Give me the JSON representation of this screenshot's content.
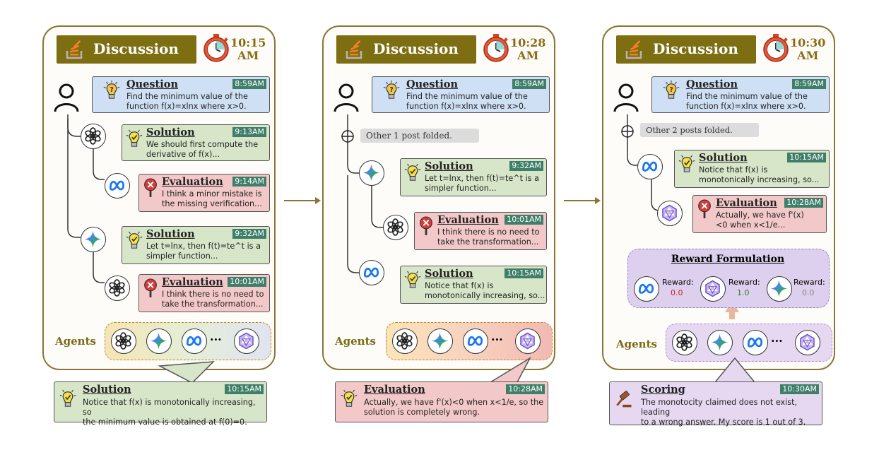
{
  "header_title": "Discussion",
  "agents_label": "Agents",
  "panels": [
    {
      "time": [
        "10:15",
        "AM"
      ],
      "question": {
        "title": "Question",
        "time": "8:59AM",
        "text": [
          "Find the minimum value of the",
          "function f(x)=xlnx where x>0."
        ]
      },
      "sol1": {
        "title": "Solution",
        "time": "9:13AM",
        "text": [
          "We should first compute the",
          "derivative of f(x)..."
        ]
      },
      "eval1": {
        "title": "Evaluation",
        "time": "9:14AM",
        "text": [
          "I think a minor mistake is",
          "the missing verification..."
        ]
      },
      "sol2": {
        "title": "Solution",
        "time": "9:32AM",
        "text": [
          "Let t=lnx, then f(t)=te^t is a",
          "simpler function..."
        ]
      },
      "eval2": {
        "title": "Evaluation",
        "time": "10:01AM",
        "text": [
          "I think there is no need to",
          "take the transformation..."
        ]
      },
      "callout": {
        "title": "Solution",
        "time": "10:15AM",
        "text": [
          "Notice that f(x) is monotonically increasing, so",
          "the minimum value is obtained at f(0)=0."
        ]
      }
    },
    {
      "time": [
        "10:28",
        "AM"
      ],
      "question": {
        "title": "Question",
        "time": "8:59AM",
        "text": [
          "Find the minimum value of the",
          "function f(x)=xlnx where x>0."
        ]
      },
      "folded": "Other 1 post folded.",
      "sol1": {
        "title": "Solution",
        "time": "9:32AM",
        "text": [
          "Let t=lnx, then f(t)=te^t is a",
          "simpler function..."
        ]
      },
      "eval1": {
        "title": "Evaluation",
        "time": "10:01AM",
        "text": [
          "I think there is no need to",
          "take the transformation..."
        ]
      },
      "sol2": {
        "title": "Solution",
        "time": "10:15AM",
        "text": [
          "Notice that f(x) is",
          "monotonically increasing, so..."
        ]
      },
      "callout": {
        "title": "Evaluation",
        "time": "10:28AM",
        "text": [
          "Actually, we have f'(x)<0 when x<1/e, so the",
          "solution is completely wrong."
        ]
      }
    },
    {
      "time": [
        "10:30",
        "AM"
      ],
      "question": {
        "title": "Question",
        "time": "8:59AM",
        "text": [
          "Find the minimum value of the",
          "function f(x)=xlnx where x>0."
        ]
      },
      "folded": "Other 2 posts folded.",
      "sol1": {
        "title": "Solution",
        "time": "10:15AM",
        "text": [
          "Notice that f(x) is",
          "monotonically increasing, so..."
        ]
      },
      "eval1": {
        "title": "Evaluation",
        "time": "10:28AM",
        "text": [
          "Actually, we have f'(x)",
          "<0 when x<1/e..."
        ]
      },
      "reward": {
        "title": "Reward Formulation",
        "label": "Reward:",
        "values": [
          "0.0",
          "1.0",
          "0.0"
        ]
      },
      "callout": {
        "title": "Scoring",
        "time": "10:30AM",
        "text": [
          "The monotocity claimed does not exist, leading",
          "to a wrong answer. My score is 1 out of 3."
        ]
      }
    }
  ],
  "agents_ellipsis": "···",
  "colors": {
    "red": "#d11f1f",
    "green": "#2c7a2c",
    "gray": "#888888"
  },
  "icons": [
    "stack-overflow-icon",
    "stopwatch-icon",
    "person-icon",
    "lightbulb-question-icon",
    "lightbulb-check-icon",
    "error-badge-icon",
    "openai-icon",
    "gemini-icon",
    "meta-icon",
    "qwen-icon",
    "gavel-icon",
    "folded-plus-icon",
    "arrow-right-icon"
  ]
}
